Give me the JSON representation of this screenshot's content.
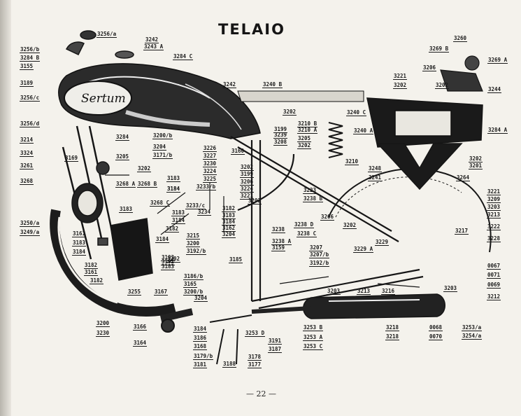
{
  "title": "TELAIO",
  "page_number": "— 22 —",
  "tank_logo_text": "Sertum",
  "colors": {
    "ink": "#161616",
    "paper": "#f4f2ec",
    "shade": "#2b2b2b"
  },
  "labels": [
    {
      "id": "l1",
      "text": "3256/a"
    },
    {
      "id": "l2",
      "text": "3242"
    },
    {
      "id": "l3",
      "text": "3243 A"
    },
    {
      "id": "l4",
      "text": "3256/b"
    },
    {
      "id": "l5",
      "text": "3284 B"
    },
    {
      "id": "l6",
      "text": "3284 C"
    },
    {
      "id": "l7",
      "text": "3155"
    },
    {
      "id": "l8",
      "text": "3189"
    },
    {
      "id": "l9",
      "text": "3242"
    },
    {
      "id": "l10",
      "text": "3240 B"
    },
    {
      "id": "l11",
      "text": "3256/c"
    },
    {
      "id": "l12",
      "text": "3256/d"
    },
    {
      "id": "l13",
      "text": "3214"
    },
    {
      "id": "l14",
      "text": "3284"
    },
    {
      "id": "l15",
      "text": "3200/b"
    },
    {
      "id": "l16",
      "text": "3324"
    },
    {
      "id": "l17",
      "text": "3204"
    },
    {
      "id": "l18",
      "text": "3171/b"
    },
    {
      "id": "l19",
      "text": "3169"
    },
    {
      "id": "l20",
      "text": "3205"
    },
    {
      "id": "l21",
      "text": "3261"
    },
    {
      "id": "l22",
      "text": "3202"
    },
    {
      "id": "l23",
      "text": "3268"
    },
    {
      "id": "l24",
      "text": "3268 A"
    },
    {
      "id": "l25",
      "text": "3268 B"
    },
    {
      "id": "l26",
      "text": "3268 C"
    },
    {
      "id": "l27",
      "text": "3183"
    },
    {
      "id": "l28",
      "text": "3184"
    },
    {
      "id": "l29",
      "text": "3250/a"
    },
    {
      "id": "l30",
      "text": "3249/a"
    },
    {
      "id": "l31",
      "text": "3161"
    },
    {
      "id": "l32",
      "text": "3183"
    },
    {
      "id": "l33",
      "text": "3184"
    },
    {
      "id": "l34",
      "text": "3182"
    },
    {
      "id": "l35",
      "text": "3161"
    },
    {
      "id": "l36",
      "text": "3182"
    },
    {
      "id": "l37",
      "text": "3255"
    },
    {
      "id": "l38",
      "text": "3167"
    },
    {
      "id": "l39",
      "text": "3200"
    },
    {
      "id": "l40",
      "text": "3230"
    },
    {
      "id": "l41",
      "text": "3166"
    },
    {
      "id": "l42",
      "text": "3164"
    },
    {
      "id": "l43",
      "text": "3183"
    },
    {
      "id": "l44",
      "text": "3184"
    },
    {
      "id": "l45",
      "text": "3183"
    },
    {
      "id": "l46",
      "text": "3184"
    },
    {
      "id": "l47",
      "text": "3182"
    },
    {
      "id": "l48",
      "text": "3184"
    },
    {
      "id": "l49",
      "text": "3183"
    },
    {
      "id": "l50",
      "text": "3192"
    },
    {
      "id": "l51",
      "text": "3183"
    },
    {
      "id": "l52",
      "text": "3202"
    },
    {
      "id": "l53",
      "text": "3226"
    },
    {
      "id": "l54",
      "text": "3227"
    },
    {
      "id": "l55",
      "text": "3230"
    },
    {
      "id": "l56",
      "text": "3224"
    },
    {
      "id": "l57",
      "text": "3225"
    },
    {
      "id": "l58",
      "text": "3233/b"
    },
    {
      "id": "l59",
      "text": "3233/c"
    },
    {
      "id": "l60",
      "text": "3234"
    },
    {
      "id": "l61",
      "text": "3215"
    },
    {
      "id": "l62",
      "text": "3200"
    },
    {
      "id": "l63",
      "text": "3192/b"
    },
    {
      "id": "l64",
      "text": "3186/b"
    },
    {
      "id": "l65",
      "text": "3165"
    },
    {
      "id": "l66",
      "text": "3200/b"
    },
    {
      "id": "l67",
      "text": "3204"
    },
    {
      "id": "l68",
      "text": "3160"
    },
    {
      "id": "l69",
      "text": "3202"
    },
    {
      "id": "l70",
      "text": "3199"
    },
    {
      "id": "l71",
      "text": "3206"
    },
    {
      "id": "l72",
      "text": "3224"
    },
    {
      "id": "l73",
      "text": "3221"
    },
    {
      "id": "l74",
      "text": "3202"
    },
    {
      "id": "l75",
      "text": "3182"
    },
    {
      "id": "l76",
      "text": "3183"
    },
    {
      "id": "l77",
      "text": "3184"
    },
    {
      "id": "l78",
      "text": "3162"
    },
    {
      "id": "l79",
      "text": "3204"
    },
    {
      "id": "l80",
      "text": "3185"
    },
    {
      "id": "l81",
      "text": "3202"
    },
    {
      "id": "l82",
      "text": "3199"
    },
    {
      "id": "l83",
      "text": "3239"
    },
    {
      "id": "l84",
      "text": "3208"
    },
    {
      "id": "l85",
      "text": "3210 B"
    },
    {
      "id": "l86",
      "text": "3210 A"
    },
    {
      "id": "l87",
      "text": "3205"
    },
    {
      "id": "l88",
      "text": "3202"
    },
    {
      "id": "l89",
      "text": "3240 C"
    },
    {
      "id": "l90",
      "text": "3240 A"
    },
    {
      "id": "l91",
      "text": "3210"
    },
    {
      "id": "l92",
      "text": "3248"
    },
    {
      "id": "l93",
      "text": "3241"
    },
    {
      "id": "l94",
      "text": "3223"
    },
    {
      "id": "l95",
      "text": "3238 B"
    },
    {
      "id": "l96",
      "text": "3238 D"
    },
    {
      "id": "l97",
      "text": "3206"
    },
    {
      "id": "l98",
      "text": "3202"
    },
    {
      "id": "l99",
      "text": "3238"
    },
    {
      "id": "l100",
      "text": "3238 C"
    },
    {
      "id": "l101",
      "text": "3238 A"
    },
    {
      "id": "l102",
      "text": "3159"
    },
    {
      "id": "l103",
      "text": "3207"
    },
    {
      "id": "l104",
      "text": "3207/b"
    },
    {
      "id": "l105",
      "text": "3192/b"
    },
    {
      "id": "l106",
      "text": "3229 A"
    },
    {
      "id": "l107",
      "text": "3229"
    },
    {
      "id": "l108",
      "text": "3260"
    },
    {
      "id": "l109",
      "text": "3269 B"
    },
    {
      "id": "l110",
      "text": "3269 A"
    },
    {
      "id": "l111",
      "text": "3206"
    },
    {
      "id": "l112",
      "text": "3221"
    },
    {
      "id": "l113",
      "text": "3202"
    },
    {
      "id": "l114",
      "text": "3202"
    },
    {
      "id": "l115",
      "text": "3244"
    },
    {
      "id": "l116",
      "text": "3284 A"
    },
    {
      "id": "l117",
      "text": "3202"
    },
    {
      "id": "l118",
      "text": "3201"
    },
    {
      "id": "l119",
      "text": "3264"
    },
    {
      "id": "l120",
      "text": "3221"
    },
    {
      "id": "l121",
      "text": "3209"
    },
    {
      "id": "l122",
      "text": "3203"
    },
    {
      "id": "l123",
      "text": "3213"
    },
    {
      "id": "l124",
      "text": "3217"
    },
    {
      "id": "l125",
      "text": "3222"
    },
    {
      "id": "l126",
      "text": "3228"
    },
    {
      "id": "l127",
      "text": "0067"
    },
    {
      "id": "l128",
      "text": "0071"
    },
    {
      "id": "l129",
      "text": "0069"
    },
    {
      "id": "l130",
      "text": "3212"
    },
    {
      "id": "l131",
      "text": "3203"
    },
    {
      "id": "l132",
      "text": "3203"
    },
    {
      "id": "l133",
      "text": "3213"
    },
    {
      "id": "l134",
      "text": "3216"
    },
    {
      "id": "l135",
      "text": "3218"
    },
    {
      "id": "l136",
      "text": "3218"
    },
    {
      "id": "l137",
      "text": "0068"
    },
    {
      "id": "l138",
      "text": "0070"
    },
    {
      "id": "l139",
      "text": "3253/a"
    },
    {
      "id": "l140",
      "text": "3254/a"
    },
    {
      "id": "l141",
      "text": "3253 B"
    },
    {
      "id": "l142",
      "text": "3253 A"
    },
    {
      "id": "l143",
      "text": "3253 C"
    },
    {
      "id": "l144",
      "text": "3191"
    },
    {
      "id": "l145",
      "text": "3187"
    },
    {
      "id": "l146",
      "text": "3253 D"
    },
    {
      "id": "l147",
      "text": "3178"
    },
    {
      "id": "l148",
      "text": "3177"
    },
    {
      "id": "l149",
      "text": "3188"
    },
    {
      "id": "l150",
      "text": "3181"
    },
    {
      "id": "l151",
      "text": "3179/b"
    },
    {
      "id": "l152",
      "text": "3168"
    },
    {
      "id": "l153",
      "text": "3186"
    },
    {
      "id": "l154",
      "text": "3184"
    }
  ]
}
